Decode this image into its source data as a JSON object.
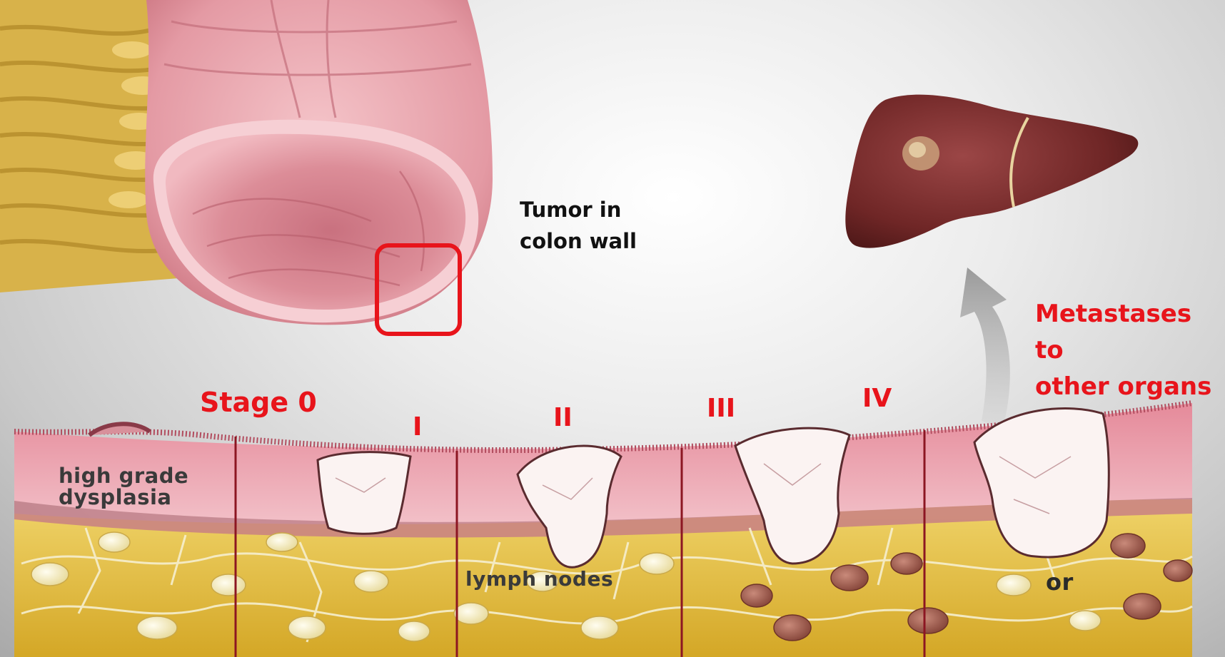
{
  "labels": {
    "tumor_line1": "Tumor in",
    "tumor_line2": "colon wall",
    "metastases_line1": "Metastases to",
    "metastases_line2": "other organs",
    "stage0": "Stage 0",
    "stage1": "I",
    "stage2": "II",
    "stage3": "III",
    "stage4": "IV",
    "dysplasia_line1": "high grade",
    "dysplasia_line2": "dysplasia",
    "lymph_nodes": "lymph nodes",
    "or": "or"
  },
  "colors": {
    "accent_red": "#e8141b",
    "colon_pink": "#e9a3ac",
    "fat_yellow": "#e6c23c",
    "liver": "#7a2e2e",
    "arrow_gray": "#b0b0b0"
  }
}
